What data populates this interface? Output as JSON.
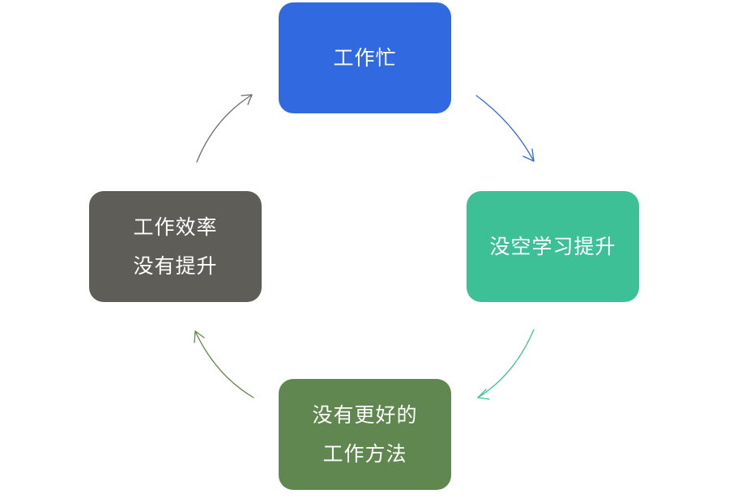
{
  "diagram": {
    "nodes": {
      "top": {
        "lines": [
          "工作忙"
        ],
        "color": "#3169E1"
      },
      "right": {
        "lines": [
          "没空学习提升"
        ],
        "color": "#3EC096"
      },
      "bottom": {
        "lines": [
          "没有更好的",
          "工作方法"
        ],
        "color": "#60874F"
      },
      "left": {
        "lines": [
          "工作效率",
          "没有提升"
        ],
        "color": "#5F5D58"
      }
    },
    "arrows": {
      "top_to_right": {
        "color": "#3169E1"
      },
      "right_to_bottom": {
        "color": "#3EC096"
      },
      "bottom_to_left": {
        "color": "#60874F"
      },
      "left_to_top": {
        "color": "#6E6C68"
      }
    }
  }
}
